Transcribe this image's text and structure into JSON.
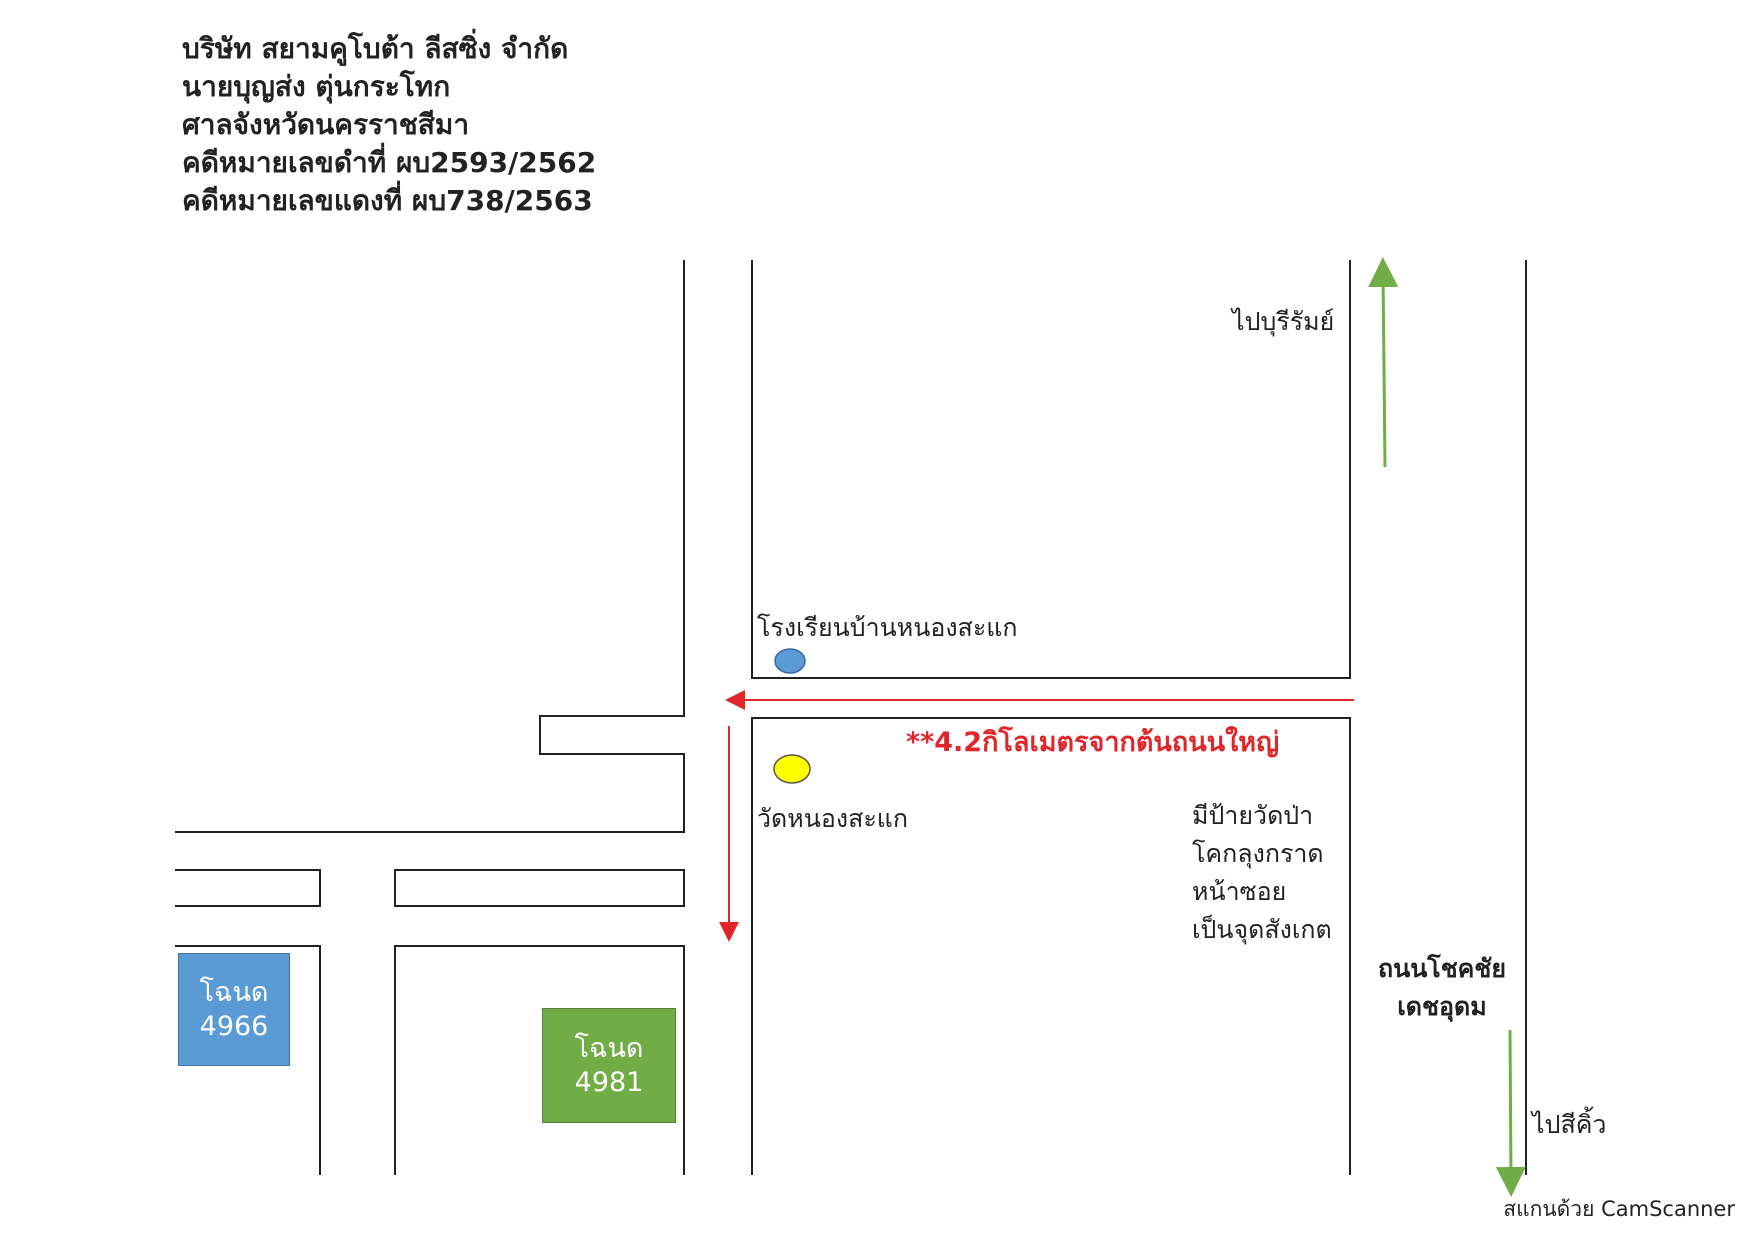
{
  "header": {
    "lines": [
      "บริษัท สยามคูโบต้า ลีสซิ่ง จำกัด",
      "นายบุญส่ง ตุ่นกระโทก",
      "ศาลจังหวัดนครราชสีมา",
      "คดีหมายเลขดำที่ ผบ2593/2562",
      "คดีหมายเลขแดงที่ ผบ738/2563"
    ]
  },
  "labels": {
    "to_buriram": "ไปบุรีรัมย์",
    "school": "โรงเรียนบ้านหนองสะแก",
    "distance": "**4.2กิโลเมตรจากต้นถนนใหญ่",
    "temple": "วัดหนองสะแก",
    "landmark_lines": [
      "มีป้ายวัดป่า",
      "โคกลุงกราด",
      "หน้าซอย",
      "เป็นจุดสังเกต"
    ],
    "road_lines": [
      "ถนนโชคชัย",
      "เดชอุดม"
    ],
    "to_sikhio": "ไปสีคิ้ว"
  },
  "plots": [
    {
      "title": "โฉนด",
      "number": "4966",
      "color": "#5b9bd5"
    },
    {
      "title": "โฉนด",
      "number": "4981",
      "color": "#70ad47"
    }
  ],
  "markers": {
    "school_color": "#5b9bd5",
    "temple_color": "#ffff00"
  },
  "colors": {
    "route_arrow": "#e1262b",
    "direction_arrow": "#70ad47",
    "road_line": "#222222"
  },
  "watermark": "สแกนด้วย CamScanner"
}
